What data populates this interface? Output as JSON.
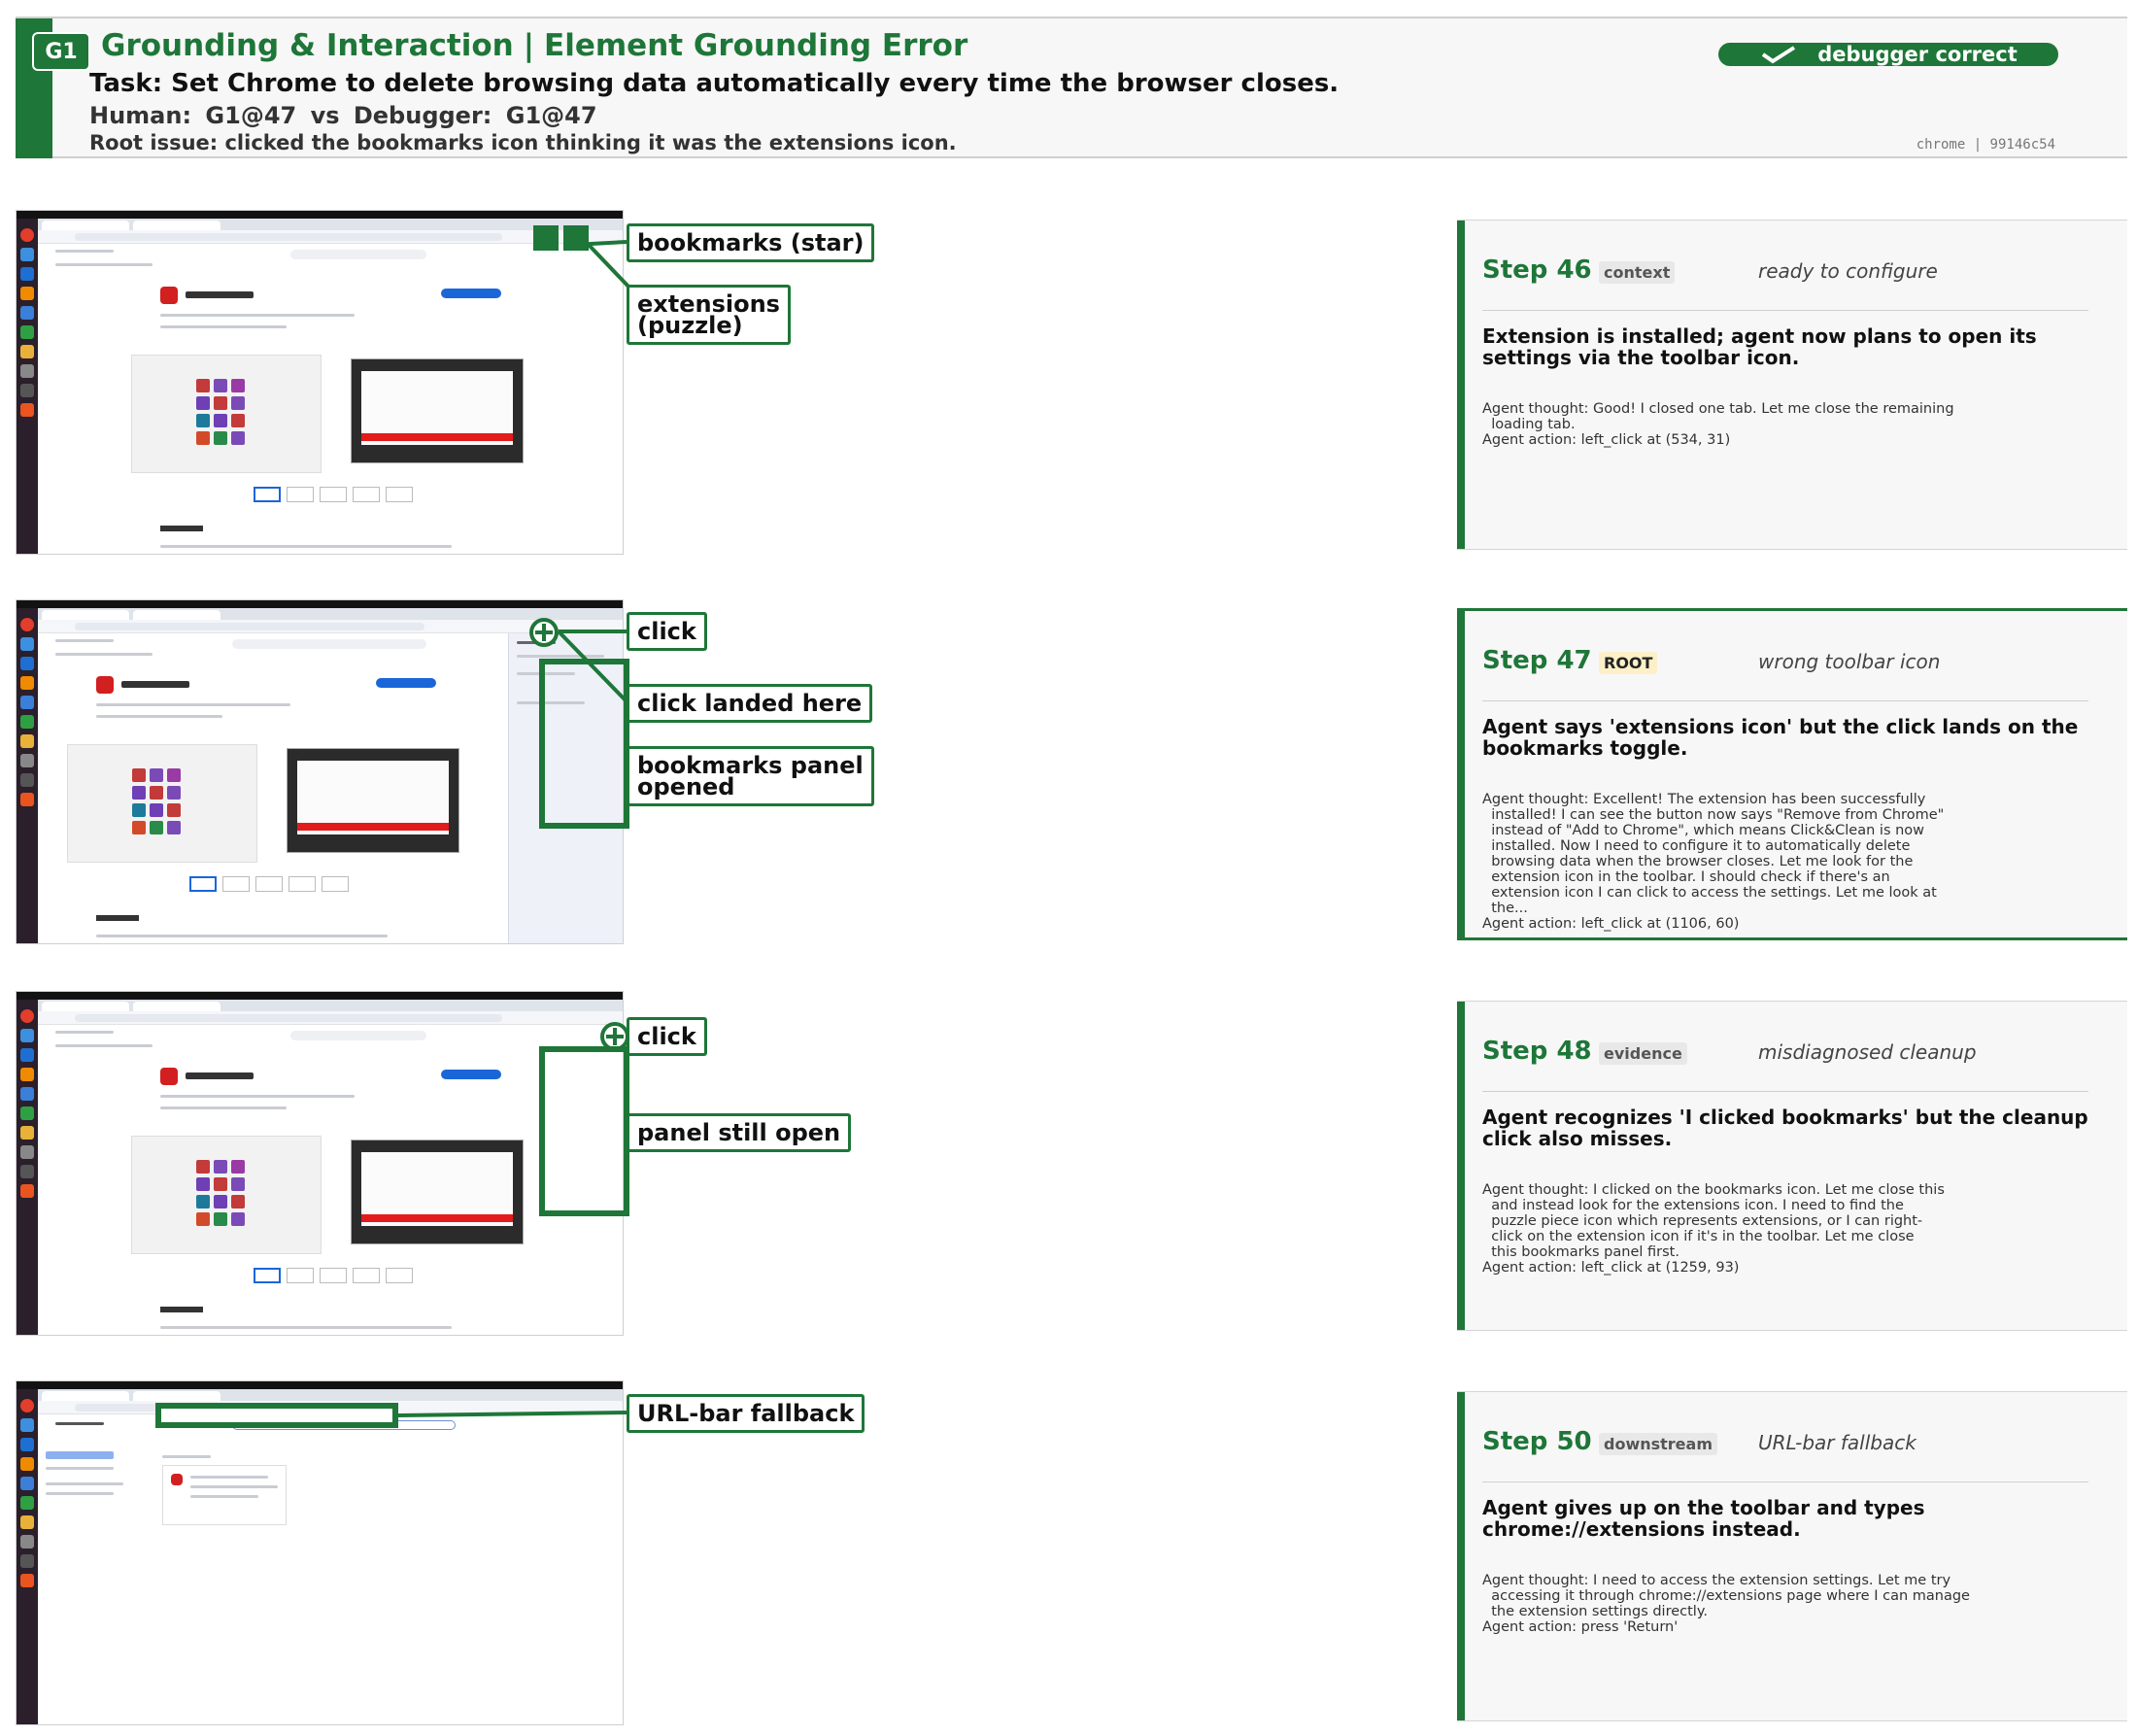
{
  "header": {
    "badge": "G1",
    "category": "Grounding & Interaction",
    "separator": "|",
    "error_type": "Element Grounding Error",
    "task": "Task: Set Chrome to delete browsing data automatically every time the browser closes.",
    "comparison": "Human: G1@47    vs    Debugger: G1@47",
    "root_issue": "Root issue: clicked the bookmarks icon thinking it was the extensions icon.",
    "verdict": "debugger correct",
    "meta": "chrome | 99146c54"
  },
  "colors": {
    "accent": "#1e7638",
    "root_tag": "#fdf0c8",
    "panel_bg": "#f7f7f7"
  },
  "screenshots": [
    {
      "callouts": [
        "bookmarks (star)",
        "extensions\n(puzzle)"
      ]
    },
    {
      "callouts": [
        "click",
        "click landed here",
        "bookmarks panel\nopened"
      ]
    },
    {
      "callouts": [
        "click",
        "panel still open"
      ]
    },
    {
      "callouts": [
        "URL-bar fallback"
      ]
    }
  ],
  "steps": [
    {
      "title": "Step 46",
      "tag": "context",
      "note": "ready to configure",
      "headline": "Extension is installed; agent now plans to open its settings via the toolbar icon.",
      "thought": "Agent thought: Good! I closed one tab. Let me close the remaining\n  loading tab.\nAgent action: left_click at (534, 31)"
    },
    {
      "title": "Step 47",
      "tag": "ROOT",
      "note": "wrong toolbar icon",
      "headline": "Agent says 'extensions icon' but the click lands on the bookmarks toggle.",
      "thought": "Agent thought: Excellent! The extension has been successfully\n  installed! I can see the button now says \"Remove from Chrome\"\n  instead of \"Add to Chrome\", which means Click&Clean is now\n  installed. Now I need to configure it to automatically delete\n  browsing data when the browser closes. Let me look for the\n  extension icon in the toolbar. I should check if there's an\n  extension icon I can click to access the settings. Let me look at\n  the...\nAgent action: left_click at (1106, 60)"
    },
    {
      "title": "Step 48",
      "tag": "evidence",
      "note": "misdiagnosed cleanup",
      "headline": "Agent recognizes 'I clicked bookmarks' but the cleanup click also misses.",
      "thought": "Agent thought: I clicked on the bookmarks icon. Let me close this\n  and instead look for the extensions icon. I need to find the\n  puzzle piece icon which represents extensions, or I can right-\n  click on the extension icon if it's in the toolbar. Let me close\n  this bookmarks panel first.\nAgent action: left_click at (1259, 93)"
    },
    {
      "title": "Step 50",
      "tag": "downstream",
      "note": "URL-bar fallback",
      "headline": "Agent gives up on the toolbar and types chrome://extensions instead.",
      "thought": "Agent thought: I need to access the extension settings. Let me try\n  accessing it through chrome://extensions page where I can manage\n  the extension settings directly.\nAgent action: press 'Return'"
    }
  ]
}
